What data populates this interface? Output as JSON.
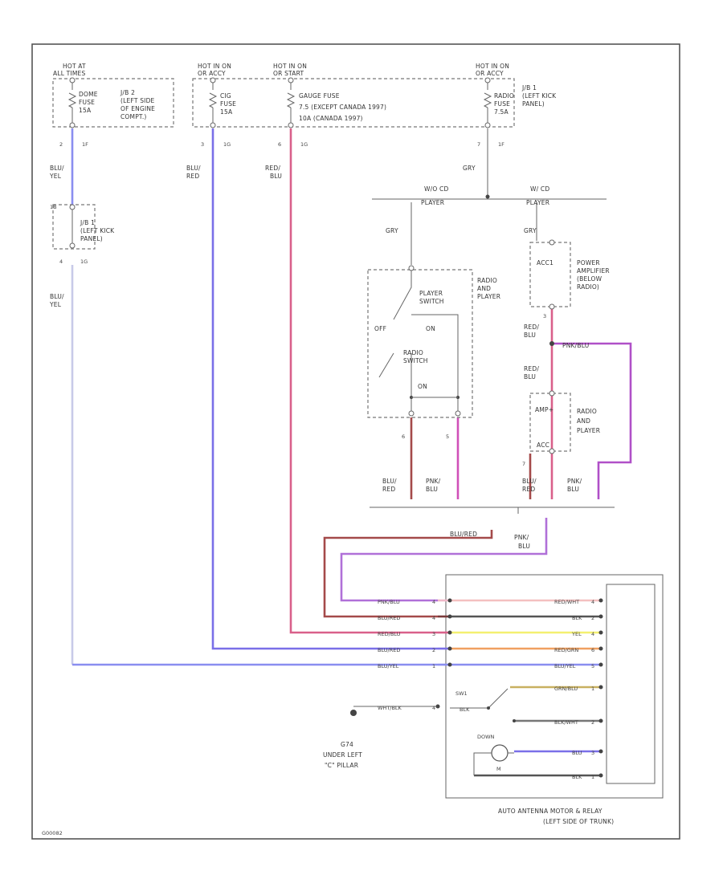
{
  "hot_labels": {
    "h1": "HOT AT",
    "h1b": "ALL TIMES",
    "h2": "HOT IN ON",
    "h2b": "OR ACCY",
    "h3": "HOT IN ON",
    "h3b": "OR START",
    "h4": "HOT IN ON",
    "h4b": "OR ACCY"
  },
  "fuses": {
    "dome": [
      "DOME",
      "FUSE",
      "15A"
    ],
    "dome_loc": [
      "J/B 2",
      "(LEFT SIDE",
      "OF ENGINE",
      "COMPT.)"
    ],
    "cig": [
      "CIG",
      "FUSE",
      "15A"
    ],
    "gauge": [
      "GAUGE FUSE",
      "7.5     (EXCEPT CANADA 1997)",
      "10A     (CANADA 1997)"
    ],
    "radio": [
      "RADIO",
      "FUSE",
      "7.5A"
    ],
    "radio_loc": [
      "J/B 1",
      "(LEFT KICK",
      "PANEL)"
    ],
    "jb1": [
      "J/B 1",
      "(LEFT KICK",
      "PANEL)"
    ]
  },
  "pins": {
    "p1": "2",
    "p1b": "1F",
    "p2": "3",
    "p2b": "1G",
    "p3": "6",
    "p3b": "1G",
    "p4": "7",
    "p4b": "1F",
    "p5": "1B",
    "p6": "4",
    "p6b": "1G",
    "p7": "6",
    "p8": "5",
    "p9": "7",
    "p10": "3"
  },
  "wire_colors": {
    "blu_yel": [
      "BLU/",
      "YEL"
    ],
    "blu_red": [
      "BLU/",
      "RED"
    ],
    "red_blu": [
      "RED/",
      "BLU"
    ],
    "gry": "GRY",
    "gry2": "GRY",
    "gry3": "GRY",
    "red_blu2": [
      "RED/",
      "BLU"
    ],
    "red_blu3": [
      "RED/",
      "BLU"
    ],
    "pnk_blu": "PNK/BLU",
    "blu_red2": [
      "BLU/",
      "RED"
    ],
    "pnk_blu2": [
      "PNK/",
      "BLU"
    ],
    "blu_red3": [
      "BLU/",
      "RED"
    ],
    "pnk_blu3": [
      "PNK/",
      "BLU"
    ],
    "blu_red4": "BLU/RED",
    "pnk_blu4": [
      "PNK/",
      "BLU"
    ]
  },
  "players": {
    "wo_cd": "W/O CD",
    "wo_cd2": "PLAYER",
    "w_cd": "W/ CD",
    "w_cd2": "PLAYER"
  },
  "radio_cassette": {
    "title": [
      "RADIO",
      "AND",
      "PLAYER"
    ],
    "player_switch": [
      "PLAYER",
      "SWITCH"
    ],
    "radio_switch": [
      "RADIO",
      "SWITCH"
    ],
    "off": "OFF",
    "on": "ON",
    "on2": "ON"
  },
  "amplifier": {
    "acc1": "ACC1",
    "title": [
      "POWER",
      "AMPLIFIER",
      "(BELOW",
      "RADIO)"
    ]
  },
  "radio_player2": {
    "amp": "AMP+",
    "acc": "ACC",
    "title": [
      "RADIO",
      "AND",
      "PLAYER"
    ]
  },
  "relay_left": [
    "PNK/BLU",
    "BLU/RED",
    "RED/BLU",
    "BLU/RED",
    "BLU/YEL"
  ],
  "relay_left_pins": [
    "4",
    "4",
    "3",
    "2",
    "1"
  ],
  "relay_right": [
    "RED/WHT",
    "BLK",
    "YEL",
    "RED/GRN",
    "BLU/YEL",
    "GRN/BLU",
    "BLK/WHT",
    "BLU",
    "BLK"
  ],
  "relay_right_pins": [
    "4",
    "2",
    "4",
    "6",
    "5",
    "1",
    "2",
    "3",
    "1"
  ],
  "ground": {
    "wire": "WHT/BLK",
    "pin": "4",
    "name": "G74",
    "loc": [
      "UNDER LEFT",
      "\"C\" PILLAR"
    ]
  },
  "switch": {
    "label": "SW1",
    "wire": "BLK",
    "down": "DOWN",
    "m": "M"
  },
  "relay_title": [
    "AUTO ANTENNA MOTOR & RELAY",
    "(LEFT SIDE OF TRUNK)"
  ],
  "footer": "G00082"
}
